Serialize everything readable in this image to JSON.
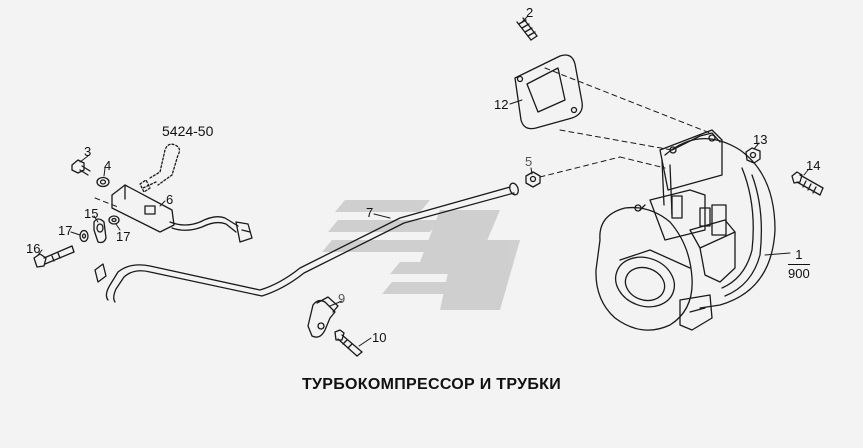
{
  "title": "ТУРБОКОМПРЕССОР И ТРУБКИ",
  "reference": "5424-50",
  "callouts": {
    "c1_top": "1",
    "c1_bottom": "900",
    "c2": "2",
    "c3": "3",
    "c4": "4",
    "c5": "5",
    "c6": "6",
    "c7": "7",
    "c9": "9",
    "c10": "10",
    "c12": "12",
    "c13": "13",
    "c14": "14",
    "c15": "15",
    "c16": "16",
    "c17a": "17",
    "c17b": "17"
  },
  "colors": {
    "line": "#1a1a1a",
    "watermark": "#c8c8c8",
    "background": "#f3f3f3"
  }
}
